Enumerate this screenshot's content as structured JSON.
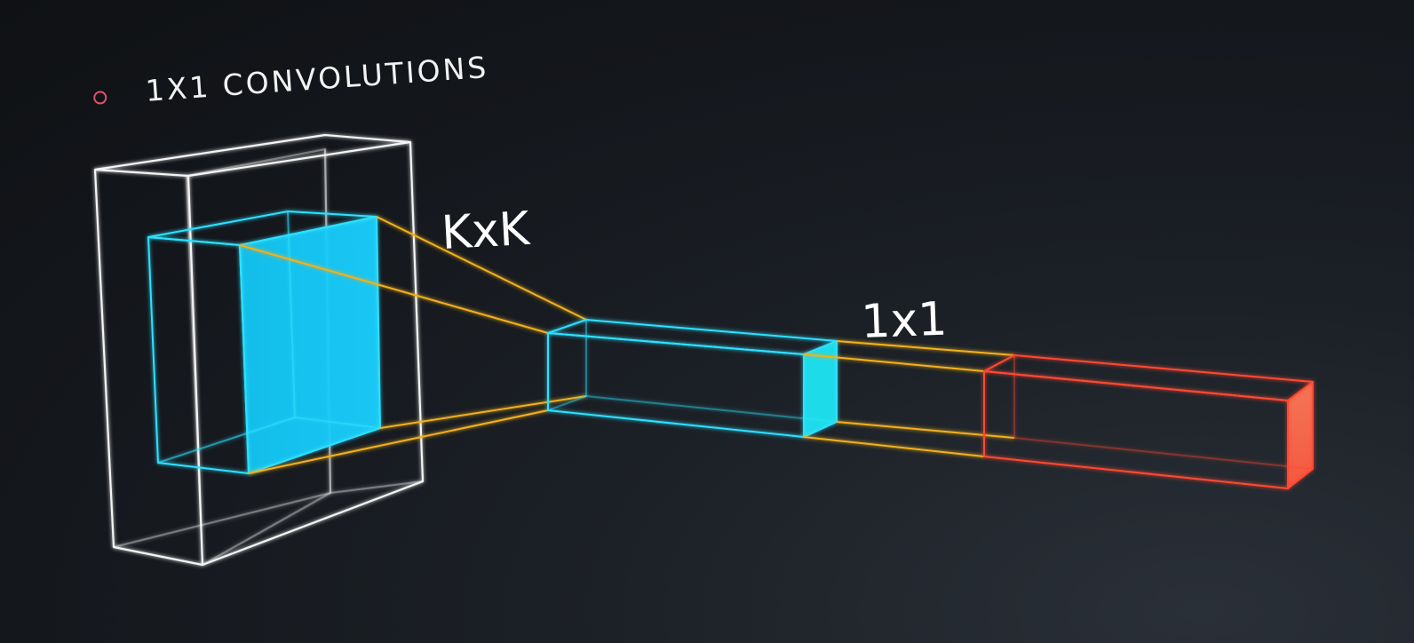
{
  "heading": {
    "bullet_icon": "circle-bullet-icon",
    "title": "1X1 CONVOLUTIONS"
  },
  "labels": {
    "kernel": "KxK",
    "pointwise": "1x1"
  },
  "colors": {
    "background": "#14171c",
    "input_volume": "#ffffff",
    "kernel": "#2de0ff",
    "kernel_fill": "#12c8f5",
    "projection": "#f2b01e",
    "output": "#ff4a32",
    "output_fill": "#ff6a50",
    "bullet": "#e0506e"
  }
}
